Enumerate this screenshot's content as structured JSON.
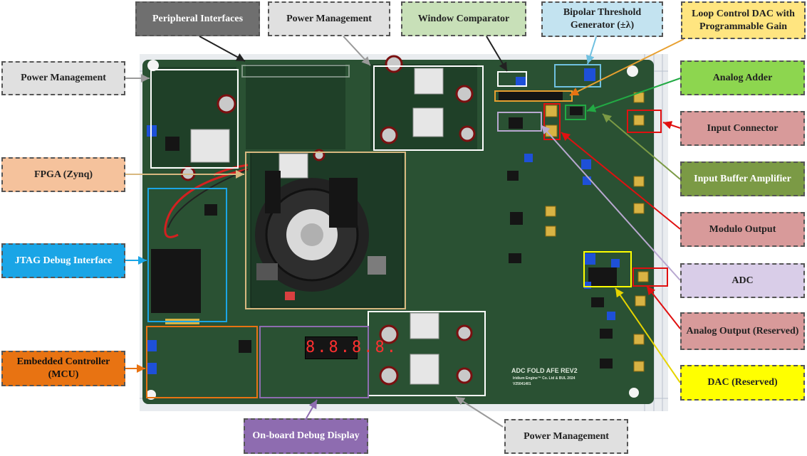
{
  "callouts": {
    "peripheral_interfaces": "Peripheral Interfaces",
    "power_management_top": "Power Management",
    "window_comparator": "Window Comparator",
    "bipolar_threshold": "Bipolar Threshold Generator (±λ)",
    "loop_control_dac": "Loop Control DAC with Programmable Gain",
    "power_management_left": "Power Management",
    "analog_adder": "Analog Adder",
    "input_connector": "Input Connector",
    "fpga": "FPGA (Zynq)",
    "input_buffer": "Input Buffer Amplifier",
    "jtag": "JTAG Debug Interface",
    "modulo_output": "Modulo Output",
    "adc": "ADC",
    "analog_output": "Analog Output (Reserved)",
    "embedded_controller": "Embedded Controller (MCU)",
    "dac": "DAC (Reserved)",
    "debug_display": "On-board Debug Display",
    "power_management_bottom": "Power Management"
  },
  "board": {
    "name": "ADC FOLD AFE REV2",
    "maker": "Iridium Engine™ Co. Ltd & BUL 2024",
    "serial": "V25041401",
    "display_value": "8.8.8.8."
  },
  "colors": {
    "pcb": "#2a5133",
    "box_white": "#ffffff",
    "box_red": "#e01010",
    "box_orange": "#e8a030",
    "box_blue": "#1aa5e6",
    "box_yellow": "#ffff00",
    "box_purple": "#8e6cb0",
    "box_tan": "#d8b880"
  }
}
